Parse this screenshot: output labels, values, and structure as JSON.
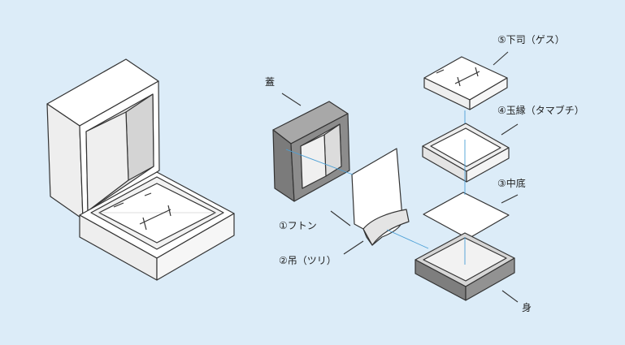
{
  "colors": {
    "background": "#dcecf8",
    "outline": "#333333",
    "leader_line": "#333333",
    "axis_line": "#4a9fd6",
    "light_face": "#ffffff",
    "mid_face": "#e2e2e2",
    "dark_face": "#8c8c8c",
    "darker_face": "#707070"
  },
  "labels": {
    "lid": "蓋",
    "futon": "①フトン",
    "tsuri": "②吊（ツリ）",
    "nakazoko": "③中底",
    "tamabuchi": "④玉縁（タマブチ）",
    "gesu": "⑤下司（ゲス）",
    "body": "身"
  }
}
